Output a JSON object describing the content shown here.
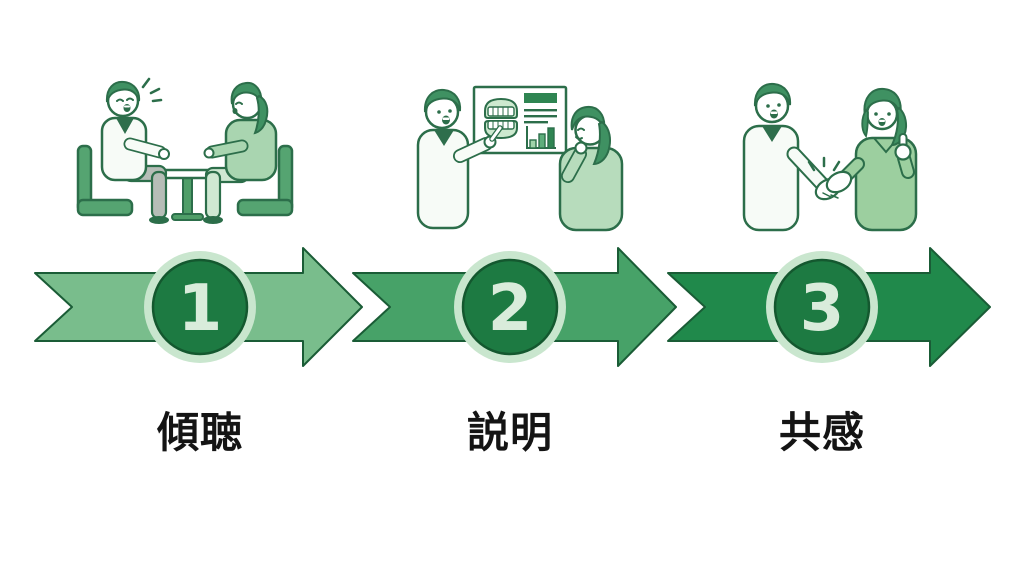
{
  "page": {
    "background": "#ffffff"
  },
  "steps": [
    {
      "number": "1",
      "label": "傾聴",
      "arrow_color": "#79bd8c",
      "illustration": "doctor-listening-to-patient-across-table"
    },
    {
      "number": "2",
      "label": "説明",
      "arrow_color": "#47a268",
      "illustration": "doctor-explaining-denture-and-chart-board-to-patient"
    },
    {
      "number": "3",
      "label": "共感",
      "arrow_color": "#20894b",
      "illustration": "doctor-and-patient-handshake-with-thumbs-up"
    }
  ],
  "colors": {
    "arrow_outline": "#1a5c36",
    "circle_fill": "#1d7a42",
    "circle_stroke": "#14582f",
    "circle_ring": "#c9e6ce",
    "number_color": "#d9ecdb",
    "label_color": "#141414",
    "illustration_outline": "#2c6e4a",
    "illustration_hair": "#3f9162",
    "illustration_furniture": "#55a471",
    "board_accent": "#2f8552"
  }
}
